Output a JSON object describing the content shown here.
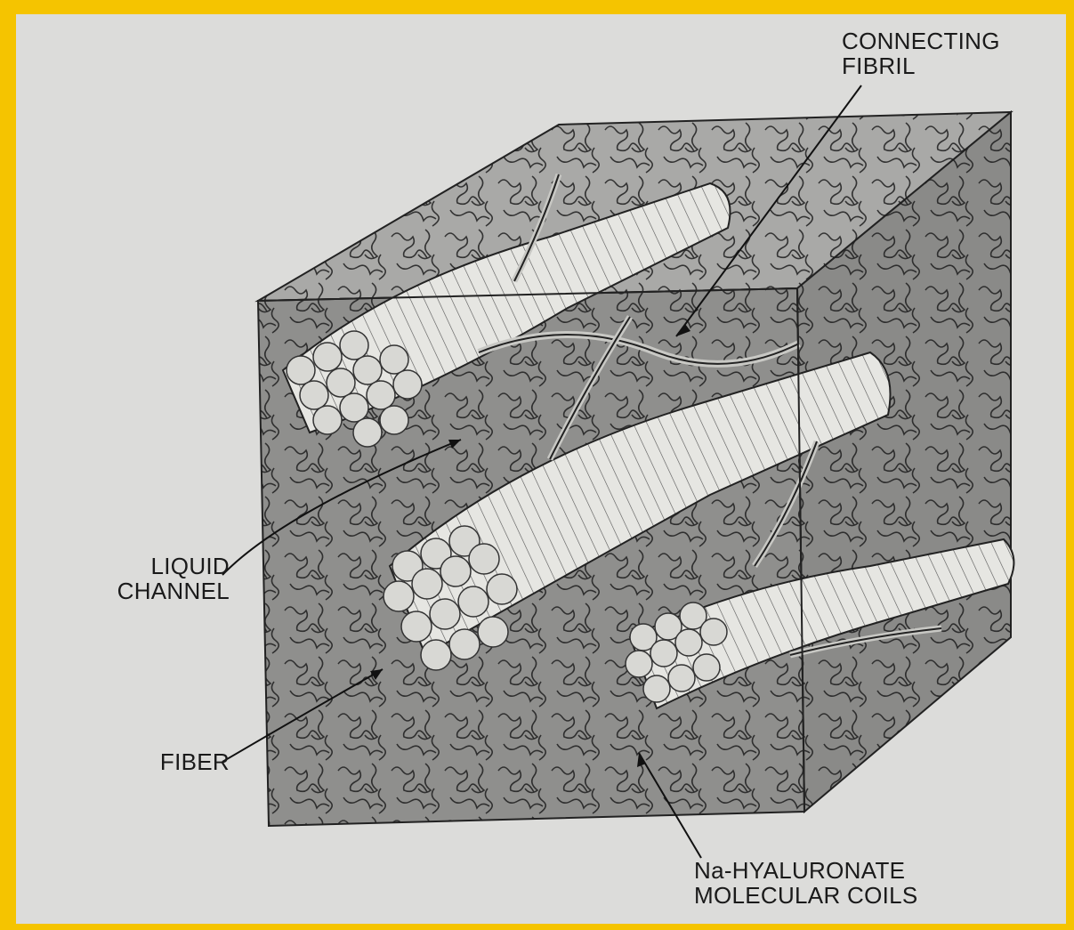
{
  "labels": {
    "connecting_fibril": [
      "CONNECTING",
      "FIBRIL"
    ],
    "liquid_channel": [
      "LIQUID",
      "CHANNEL"
    ],
    "fiber": [
      "FIBER"
    ],
    "na_hyaluronate": [
      "Na-HYALURONATE",
      "MOLECULAR COILS"
    ]
  },
  "colors": {
    "border": "#f5c400",
    "background": "#dcdcda",
    "cube_fill": "#8f8f8d",
    "cube_top": "#a6a6a4",
    "fiber_fill": "#e4e4e0",
    "ink": "#1a1a1a"
  }
}
